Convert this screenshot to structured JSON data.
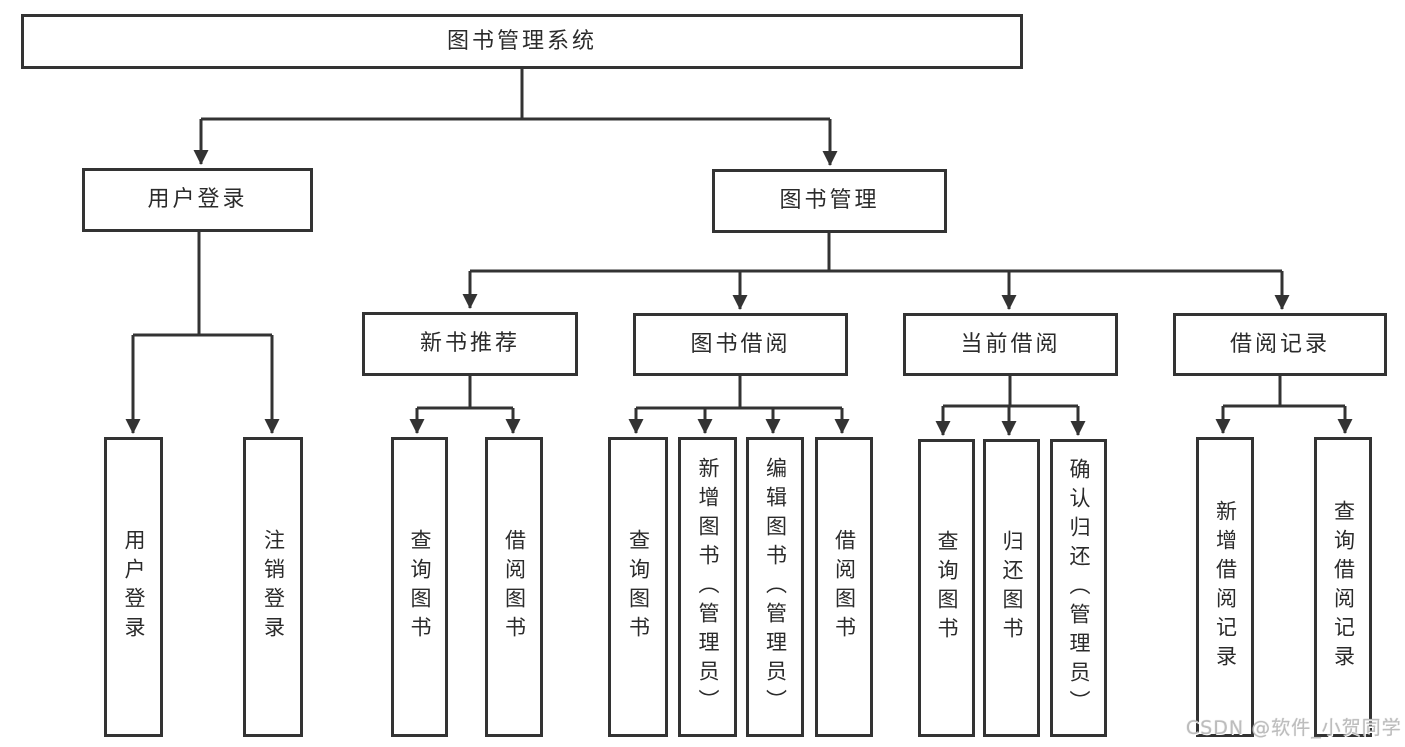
{
  "diagram": {
    "title": "图书管理系统",
    "level2": [
      {
        "label": "用户登录"
      },
      {
        "label": "图书管理"
      }
    ],
    "level3": [
      {
        "label": "新书推荐"
      },
      {
        "label": "图书借阅"
      },
      {
        "label": "当前借阅"
      },
      {
        "label": "借阅记录"
      }
    ],
    "leaves": {
      "user_login": [
        "用户登录",
        "注销登录"
      ],
      "new_book_recommend": [
        "查询图书",
        "借阅图书"
      ],
      "book_borrow": [
        "查询图书",
        "新增图书（管理员）",
        "编辑图书（管理员）",
        "借阅图书"
      ],
      "current_borrow": [
        "查询图书",
        "归还图书",
        "确认归还（管理员）"
      ],
      "borrow_record": [
        "新增借阅记录",
        "查询借阅记录"
      ]
    }
  },
  "watermark": {
    "text": "CSDN @软件_小贺同学",
    "color": "#bdbdbd"
  },
  "colors": {
    "line": "#333333",
    "box_border": "#333333",
    "box_background": "#ffffff",
    "page_background": "#ffffff",
    "text": "#2b2b2b"
  }
}
